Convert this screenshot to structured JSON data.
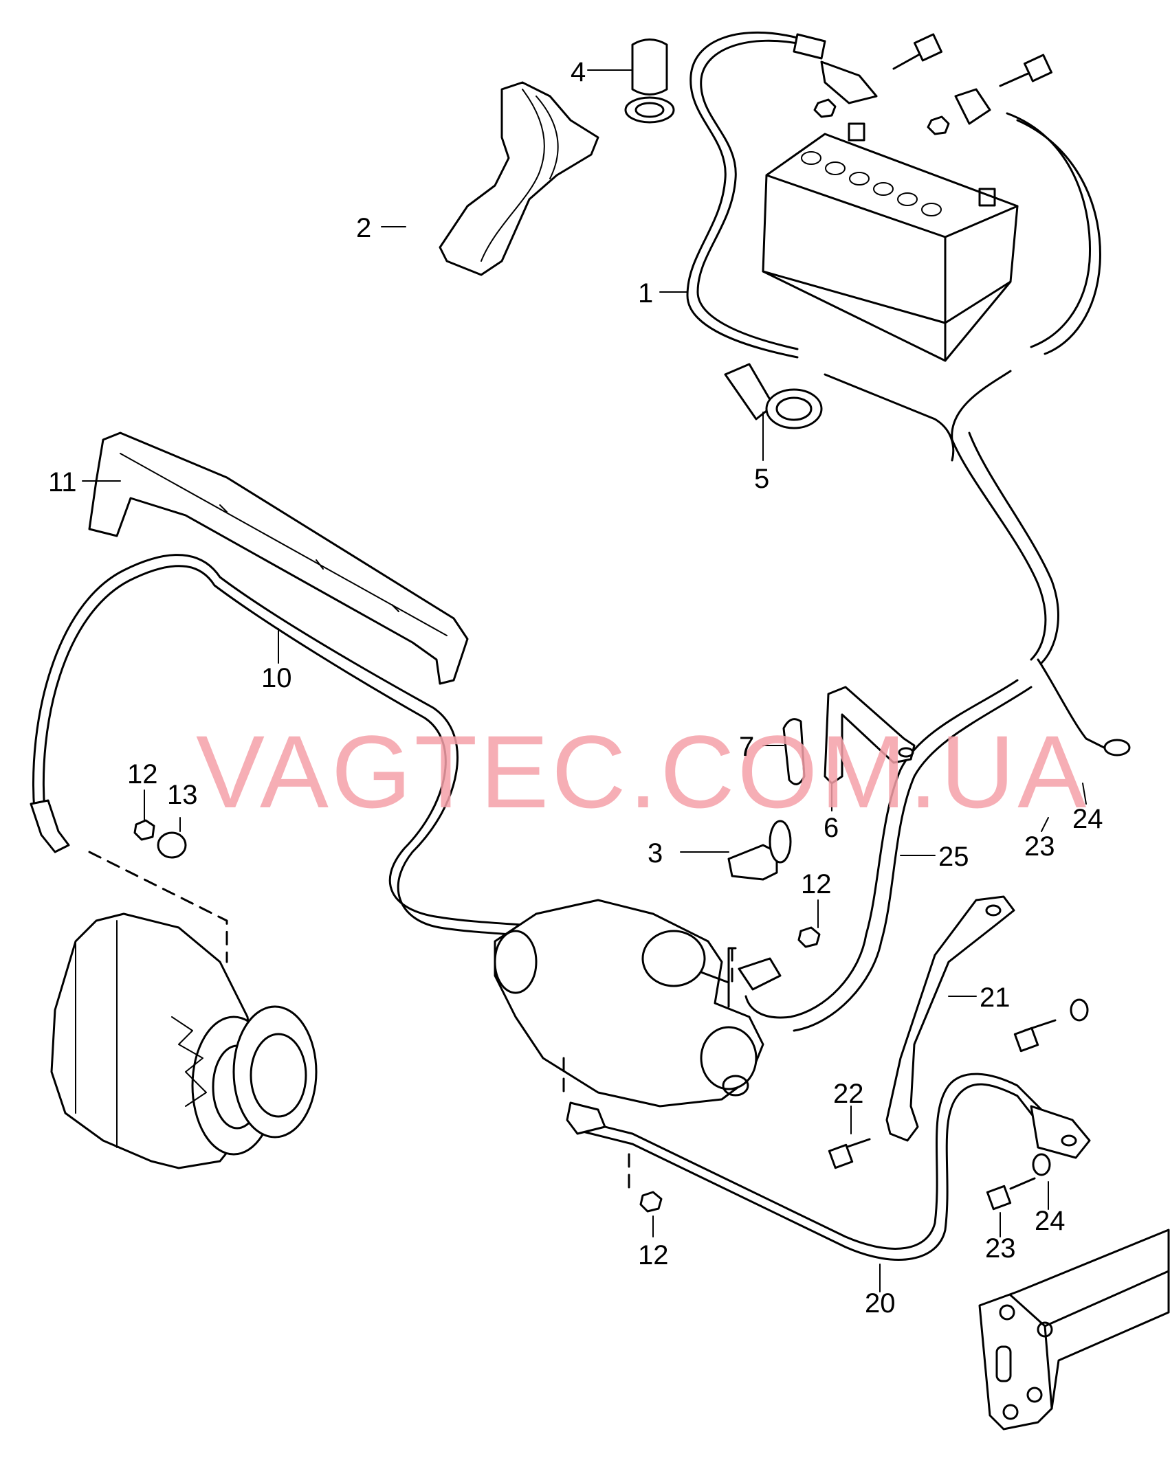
{
  "watermark": {
    "text": "VAGTEC.COM.UA",
    "color": "#f4a0a8"
  },
  "callouts": {
    "c1": "1",
    "c2": "2",
    "c3": "3",
    "c4": "4",
    "c5": "5",
    "c6": "6",
    "c7": "7",
    "c10": "10",
    "c11": "11",
    "c12a": "12",
    "c12b": "12",
    "c12c": "12",
    "c13": "13",
    "c20": "20",
    "c21": "21",
    "c22": "22",
    "c23a": "23",
    "c23b": "23",
    "c24a": "24",
    "c24b": "24",
    "c25": "25"
  },
  "colors": {
    "line": "#000000",
    "background": "#ffffff"
  }
}
